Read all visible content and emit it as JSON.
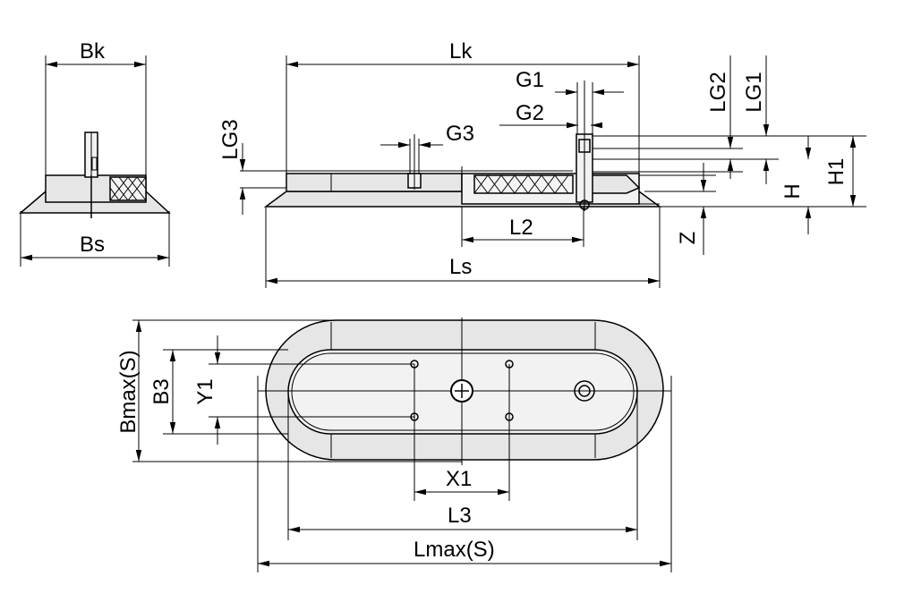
{
  "labels": {
    "bk": "Bk",
    "bs": "Bs",
    "lk": "Lk",
    "g1": "G1",
    "g2": "G2",
    "g3": "G3",
    "lg1": "LG1",
    "lg2": "LG2",
    "lg3": "LG3",
    "l2": "L2",
    "ls": "Ls",
    "h": "H",
    "h1": "H1",
    "z": "Z",
    "bmax": "Bmax(S)",
    "b3": "B3",
    "y1": "Y1",
    "x1": "X1",
    "l3": "L3",
    "lmax": "Lmax(S)"
  }
}
